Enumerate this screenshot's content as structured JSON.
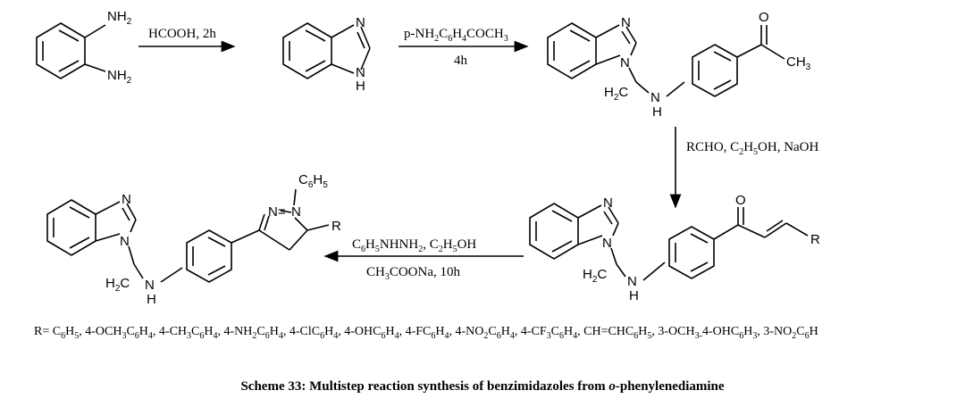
{
  "step1": {
    "reagent": "HCOOH, 2h"
  },
  "step2": {
    "reagent": "p-NH2C6H4COCH3",
    "time": "4h"
  },
  "step3": {
    "reagent": "RCHO, C2H5OH, NaOH"
  },
  "step4": {
    "reagent": "C6H5NHNH2, C2H5OH",
    "reagent2": "CH3COONa, 10h"
  },
  "labels": {
    "nh2": "NH2",
    "n": "N",
    "h": "H",
    "nh": "NH",
    "ch2": "H2C",
    "ch3": "CH3",
    "o": "O",
    "r": "R",
    "ph": "C6H5"
  },
  "r_groups": "R= C6H5, 4-OCH3C6H4, 4-CH3C6H4, 4-NH2C6H4, 4-ClC6H4, 4-OHC6H4, 4-FC6H4, 4-NO2C6H4, 4-CF3C6H4, CH=CHC6H5, 3-OCH3-4-OHC6H3, 3-NO2C6H",
  "caption": {
    "prefix": "Scheme 33: Multistep reaction synthesis of benzimidazoles from ",
    "italic": "o",
    "suffix": "-phenylenediamine"
  }
}
